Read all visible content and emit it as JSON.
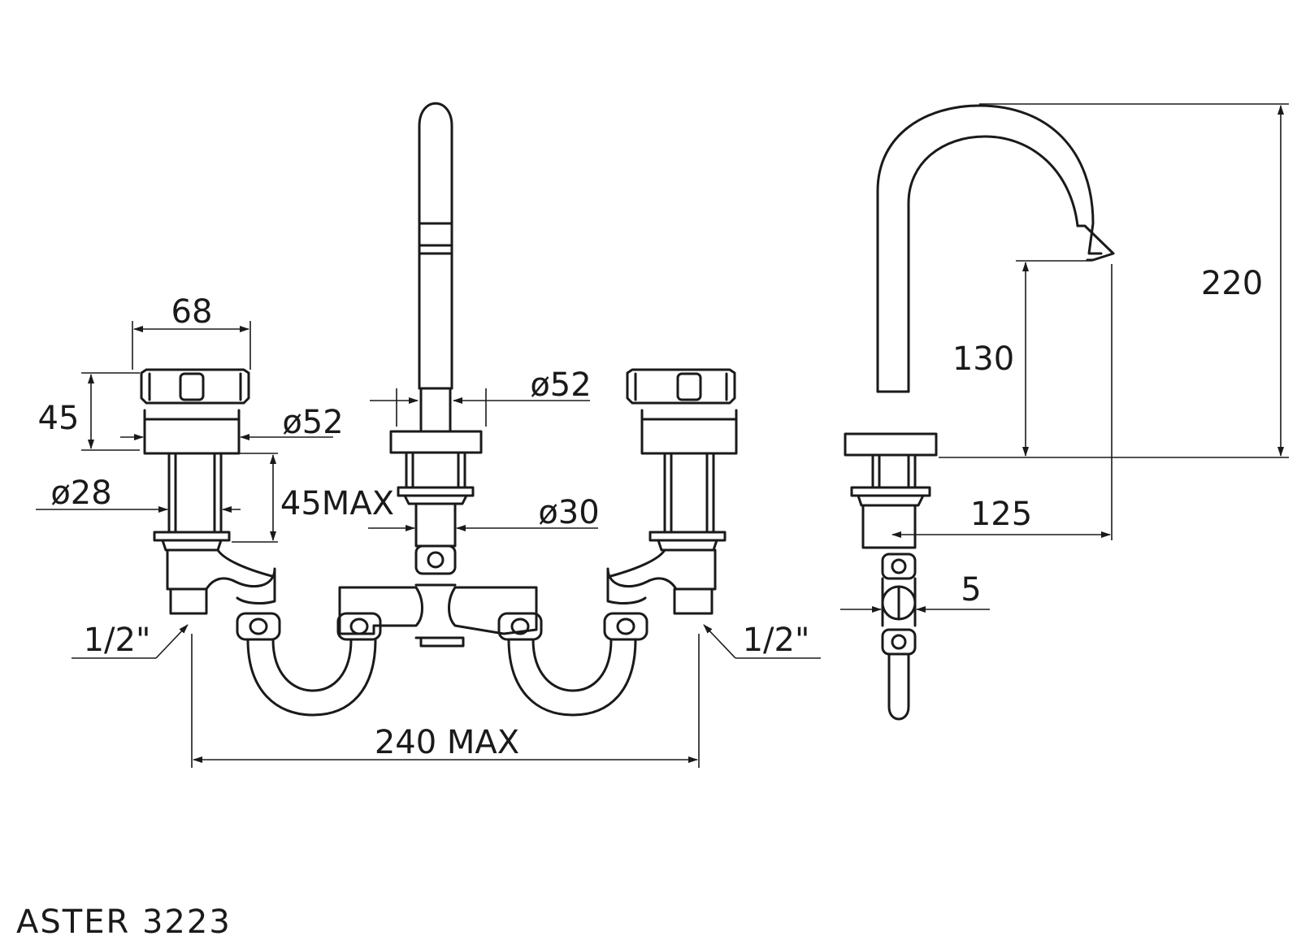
{
  "title": "ASTER 3223",
  "dimensions": {
    "handle_width": "68",
    "handle_height": "45",
    "handle_flange_dia": "ø52",
    "handle_shank_dia": "ø28",
    "deck_thickness_max": "45MAX",
    "spout_flange_dia": "ø52",
    "spout_shank_dia": "ø30",
    "connector_left": "1/2\"",
    "connector_right": "1/2\"",
    "spread_max": "240 MAX",
    "spout_total_height": "220",
    "spout_outlet_height": "130",
    "spout_reach": "125",
    "pipe_offset": "5"
  },
  "colors": {
    "line": "#1a1a1a",
    "background": "#ffffff"
  }
}
